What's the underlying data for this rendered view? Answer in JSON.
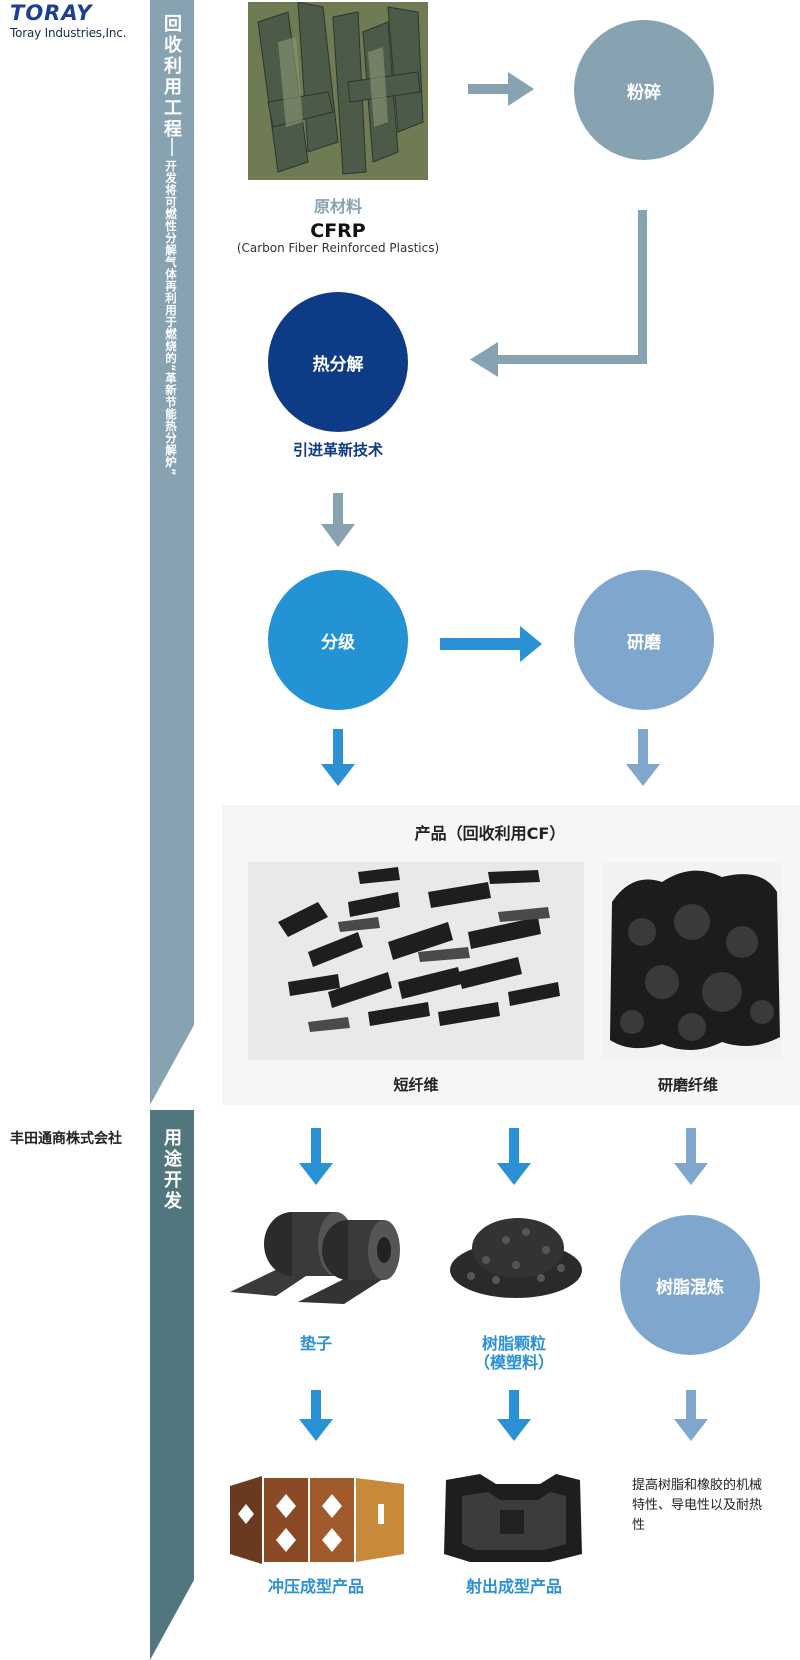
{
  "header": {
    "logo_mark": "TORAY",
    "company_name": "Toray Industries,Inc.",
    "company2_name": "丰田通商株式会社"
  },
  "bands": {
    "recycle_title": "回收利用工程",
    "recycle_subtitle": "开发将可燃性分解气体再利用于燃烧的“革新节能热分解炉”",
    "use_title": "用途开发"
  },
  "flow": {
    "raw_material_label": "原材料",
    "cfrp_label": "CFRP",
    "cfrp_full": "(Carbon Fiber Reinforced Plastics)",
    "crush": "粉碎",
    "pyrolysis": "热分解",
    "innovation_note": "引进革新技术",
    "classify": "分级",
    "grind": "研磨",
    "product_title": "产品（回收利用CF）",
    "short_fiber": "短纤维",
    "milled_fiber": "研磨纤维",
    "mat": "垫子",
    "pellets_line1": "树脂颗粒",
    "pellets_line2": "（模塑料）",
    "resin_mix": "树脂混炼",
    "press_product": "冲压成型产品",
    "injection_product": "射出成型产品",
    "resin_note": "提高树脂和橡胶的机械特性、导电性以及耐热性"
  },
  "colors": {
    "band_recycle": "#87a3b2",
    "band_use": "#52767d",
    "arrow_gray": "#87a3b2",
    "arrow_blue": "#2a92d4",
    "arrow_light": "#7fa7cd",
    "pyrolysis_circle": "#0d3b85",
    "classify_circle": "#2393d6",
    "grind_circle": "#7fa7cd",
    "crush_circle": "#87a3b2"
  }
}
